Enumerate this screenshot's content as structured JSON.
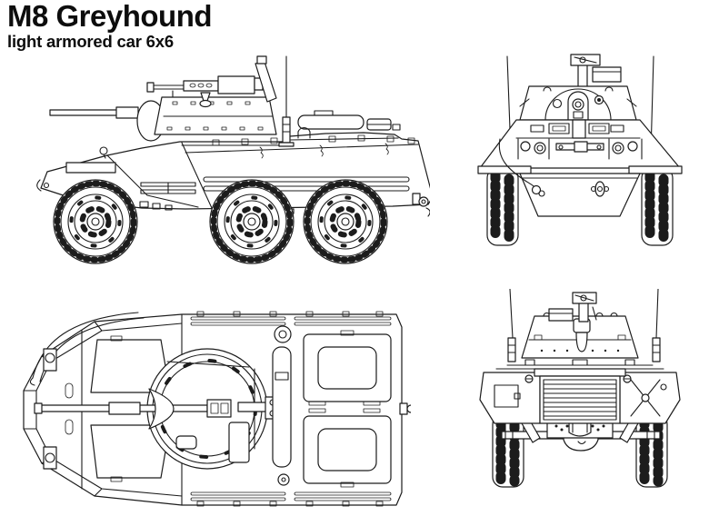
{
  "header": {
    "title": "M8 Greyhound",
    "subtitle": "light armored car 6x6"
  },
  "figure": {
    "subject": "M8 Greyhound light armored car 6x6 technical line drawing",
    "views": [
      {
        "id": "side",
        "icon": "side-view-drawing"
      },
      {
        "id": "front",
        "icon": "front-view-drawing"
      },
      {
        "id": "top",
        "icon": "top-plan-view-drawing"
      },
      {
        "id": "rear",
        "icon": "rear-view-drawing"
      }
    ]
  },
  "colors": {
    "line": "#1c1c1c",
    "background": "#ffffff"
  }
}
